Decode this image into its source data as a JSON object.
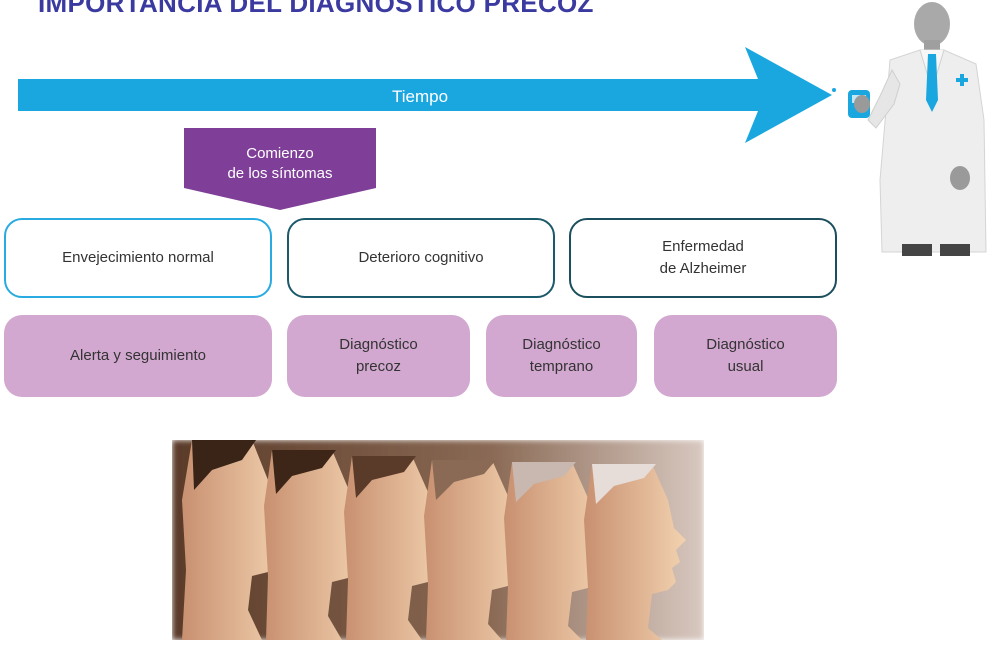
{
  "title": "IMPORTANCIA DEL DIAGNÓSTICO PRECOZ",
  "timeline": {
    "label": "Tiempo"
  },
  "symptom_onset": {
    "line1": "Comienzo",
    "line2": "de los síntomas"
  },
  "stages": [
    {
      "line1": "Envejecimiento normal",
      "line2": ""
    },
    {
      "line1": "Deterioro cognitivo",
      "line2": ""
    },
    {
      "line1": "Enfermedad",
      "line2": "de Alzheimer"
    }
  ],
  "diagnoses": [
    {
      "line1": "Alerta y seguimiento",
      "line2": ""
    },
    {
      "line1": "Diagnóstico",
      "line2": "precoz"
    },
    {
      "line1": "Diagnóstico",
      "line2": "temprano"
    },
    {
      "line1": "Diagnóstico",
      "line2": "usual"
    }
  ],
  "colors": {
    "title": "#3a3aa0",
    "timeline_arrow": "#1aa7e0",
    "onset_box": "#7f3f98",
    "stage_border_1": "#29abe2",
    "stage_border_2": "#1b5a6b",
    "stage_border_3": "#1b4f5e",
    "diagnosis_fill": "#d2a8d0"
  },
  "icons": [
    "doctor-figure-icon",
    "aging-faces-image"
  ]
}
